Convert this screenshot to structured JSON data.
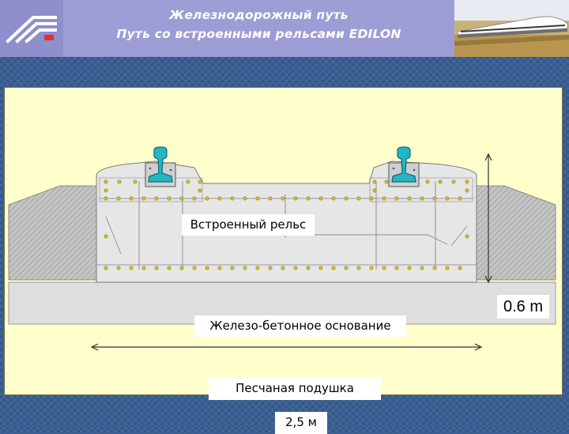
{
  "header": {
    "title_line1": "Железнодорожный путь",
    "title_line2": "Путь со встроенными рельсами EDILON",
    "background_color": "#9d9dd6"
  },
  "diagram": {
    "labels": {
      "rail": "Встроенный рельс",
      "base": "Железо-бетонное основание",
      "sand": "Песчаная подушка",
      "width": "2,5 м",
      "height": "0.6 m"
    },
    "colors": {
      "panel": "#ffffcc",
      "concrete": "#e6e6e6",
      "sand_bed": "#dedede",
      "embankment": "#bdbdbd",
      "rail": "#25b6c4",
      "rebar_dots": "#f0c800"
    }
  }
}
